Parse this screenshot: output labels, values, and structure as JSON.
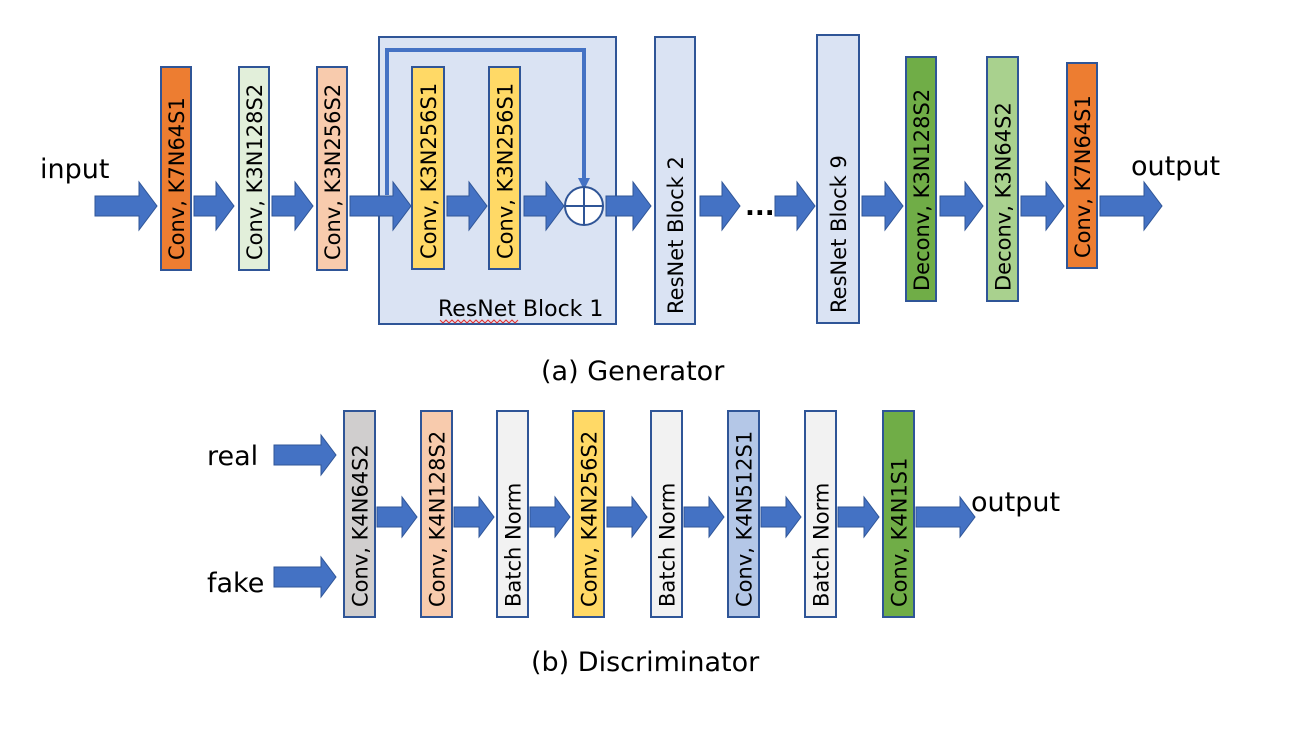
{
  "generator": {
    "caption": "(a) Generator",
    "input_label": "input",
    "output_label": "output",
    "ellipsis": "...",
    "layers": [
      {
        "id": "g-conv1",
        "text": "Conv, K7N64S1",
        "color": "#ED7D31"
      },
      {
        "id": "g-conv2",
        "text": "Conv, K3N128S2",
        "color": "#E2EFDA"
      },
      {
        "id": "g-conv3",
        "text": "Conv, K3N256S2",
        "color": "#F8CBAD"
      },
      {
        "id": "g-resblock2",
        "text": "ResNet Block 2",
        "color": "#DAE3F3"
      },
      {
        "id": "g-resblock9",
        "text": "ResNet Block 9",
        "color": "#DAE3F3"
      },
      {
        "id": "g-deconv1",
        "text": "Deconv, K3N128S2",
        "color": "#70AD47"
      },
      {
        "id": "g-deconv2",
        "text": "Deconv, K3N64S2",
        "color": "#A9D18E"
      },
      {
        "id": "g-conv-out",
        "text": "Conv, K7N64S1",
        "color": "#ED7D31"
      }
    ],
    "resblock1": {
      "label": "ResNet Block 1",
      "background": "#DAE3F3",
      "layers": [
        {
          "id": "rb1-conv1",
          "text": "Conv, K3N256S1",
          "color": "#FFD966"
        },
        {
          "id": "rb1-conv2",
          "text": "Conv, K3N256S1",
          "color": "#FFD966"
        }
      ],
      "sum_symbol": "add-circle"
    }
  },
  "discriminator": {
    "caption": "(b) Discriminator",
    "inputs": [
      "real",
      "fake"
    ],
    "output_label": "output",
    "layers": [
      {
        "id": "d-conv1",
        "text": "Conv, K4N64S2",
        "color": "#D0CECE"
      },
      {
        "id": "d-conv2",
        "text": "Conv, K4N128S2",
        "color": "#F8CBAD"
      },
      {
        "id": "d-bn1",
        "text": "Batch Norm",
        "color": "#F2F2F2"
      },
      {
        "id": "d-conv3",
        "text": "Conv, K4N256S2",
        "color": "#FFD966"
      },
      {
        "id": "d-bn2",
        "text": "Batch Norm",
        "color": "#F2F2F2"
      },
      {
        "id": "d-conv4",
        "text": "Conv, K4N512S1",
        "color": "#B4C7E7"
      },
      {
        "id": "d-bn3",
        "text": "Batch Norm",
        "color": "#F2F2F2"
      },
      {
        "id": "d-conv5",
        "text": "Conv, K4N1S1",
        "color": "#70AD47"
      }
    ]
  },
  "colors": {
    "arrow": "#4472C4",
    "arrow_stroke": "#2F5597",
    "box_border": "#2F5597",
    "text": "#000000"
  }
}
